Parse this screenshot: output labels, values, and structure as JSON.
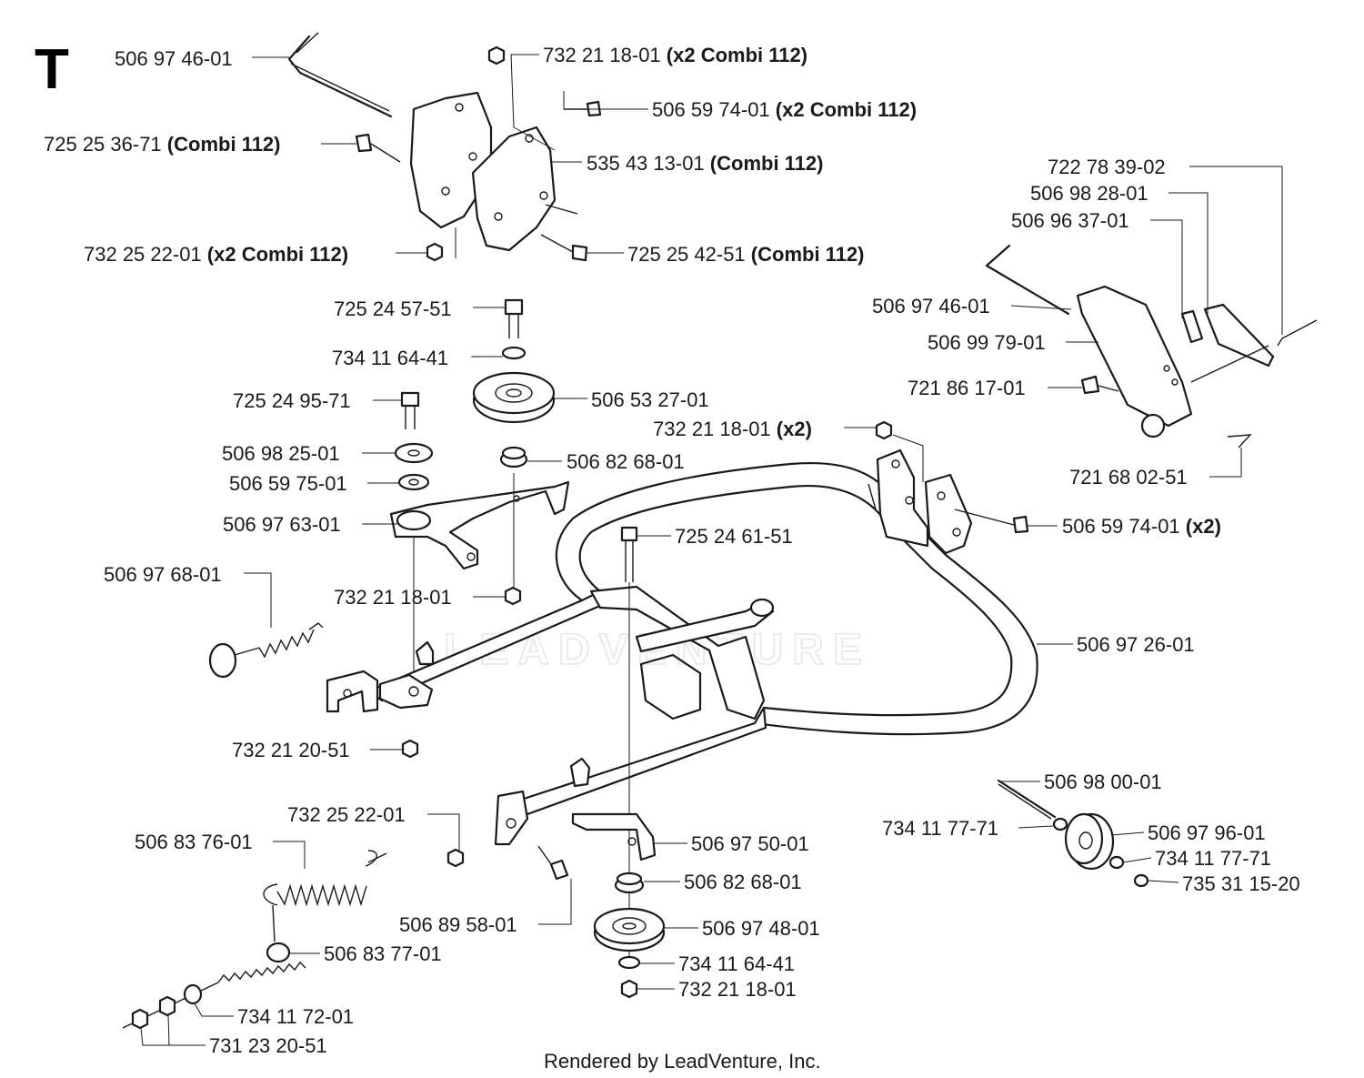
{
  "section_letter": "T",
  "footer": "Rendered by LeadVenture, Inc.",
  "watermark": "LEADVENTURE",
  "labels": [
    {
      "id": "l01",
      "part": "506 97 46-01",
      "note": ""
    },
    {
      "id": "l02",
      "part": "732 21 18-01",
      "note": "(x2 Combi 112)"
    },
    {
      "id": "l03",
      "part": "506 59 74-01",
      "note": "(x2 Combi 112)"
    },
    {
      "id": "l04",
      "part": "725 25 36-71",
      "note": "(Combi 112)"
    },
    {
      "id": "l05",
      "part": "535 43 13-01",
      "note": "(Combi 112)"
    },
    {
      "id": "l06",
      "part": "732 25 22-01",
      "note": "(x2 Combi 112)"
    },
    {
      "id": "l07",
      "part": "725 25 42-51",
      "note": "(Combi 112)"
    },
    {
      "id": "l08",
      "part": "722 78 39-02",
      "note": ""
    },
    {
      "id": "l09",
      "part": "506 98 28-01",
      "note": ""
    },
    {
      "id": "l10",
      "part": "506 96 37-01",
      "note": ""
    },
    {
      "id": "l11",
      "part": "506 97 46-01",
      "note": ""
    },
    {
      "id": "l12",
      "part": "506 99 79-01",
      "note": ""
    },
    {
      "id": "l13",
      "part": "721 86 17-01",
      "note": ""
    },
    {
      "id": "l14",
      "part": "721 68 02-51",
      "note": ""
    },
    {
      "id": "l15",
      "part": "725 24 57-51",
      "note": ""
    },
    {
      "id": "l16",
      "part": "734 11 64-41",
      "note": ""
    },
    {
      "id": "l17",
      "part": "506 53 27-01",
      "note": ""
    },
    {
      "id": "l18",
      "part": "725 24 95-71",
      "note": ""
    },
    {
      "id": "l19",
      "part": "732 21 18-01",
      "note": "(x2)"
    },
    {
      "id": "l20",
      "part": "506 98 25-01",
      "note": ""
    },
    {
      "id": "l21",
      "part": "506 82 68-01",
      "note": ""
    },
    {
      "id": "l22",
      "part": "506 59 75-01",
      "note": ""
    },
    {
      "id": "l23",
      "part": "506 97 63-01",
      "note": ""
    },
    {
      "id": "l24",
      "part": "725 24 61-51",
      "note": ""
    },
    {
      "id": "l25",
      "part": "506 59 74-01",
      "note": "(x2)"
    },
    {
      "id": "l26",
      "part": "506 97 68-01",
      "note": ""
    },
    {
      "id": "l27",
      "part": "732 21 18-01",
      "note": ""
    },
    {
      "id": "l28",
      "part": "506 97 26-01",
      "note": ""
    },
    {
      "id": "l29",
      "part": "732 21 20-51",
      "note": ""
    },
    {
      "id": "l30",
      "part": "506 98 00-01",
      "note": ""
    },
    {
      "id": "l31",
      "part": "732 25 22-01",
      "note": ""
    },
    {
      "id": "l32",
      "part": "734 11 77-71",
      "note": ""
    },
    {
      "id": "l33",
      "part": "506 97 96-01",
      "note": ""
    },
    {
      "id": "l34",
      "part": "506 83 76-01",
      "note": ""
    },
    {
      "id": "l35",
      "part": "506 97 50-01",
      "note": ""
    },
    {
      "id": "l36",
      "part": "734 11 77-71",
      "note": ""
    },
    {
      "id": "l37",
      "part": "735 31 15-20",
      "note": ""
    },
    {
      "id": "l38",
      "part": "506 82 68-01",
      "note": ""
    },
    {
      "id": "l39",
      "part": "506 89 58-01",
      "note": ""
    },
    {
      "id": "l40",
      "part": "506 97 48-01",
      "note": ""
    },
    {
      "id": "l41",
      "part": "506 83 77-01",
      "note": ""
    },
    {
      "id": "l42",
      "part": "734 11 64-41",
      "note": ""
    },
    {
      "id": "l43",
      "part": "732 21 18-01",
      "note": ""
    },
    {
      "id": "l44",
      "part": "734 11 72-01",
      "note": ""
    },
    {
      "id": "l45",
      "part": "731 23 20-51",
      "note": ""
    }
  ]
}
